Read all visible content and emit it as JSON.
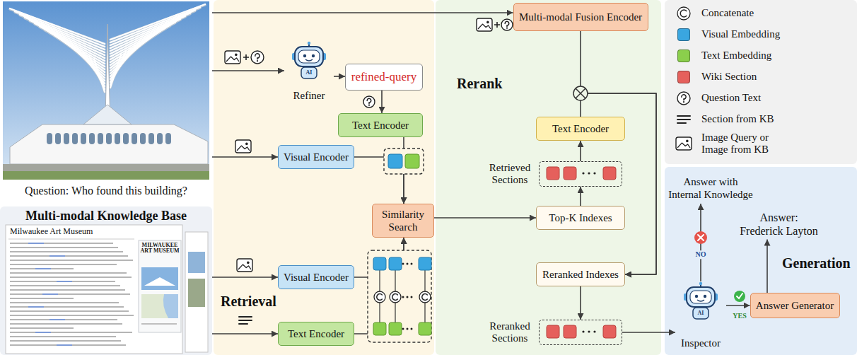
{
  "diagram": {
    "nodes": [
      {
        "text": [
          "Question: Who found this building?"
        ]
      },
      {
        "text": [
          "Multi-modal Knowledge Base"
        ]
      },
      {
        "text": [
          "Retrieval"
        ]
      },
      {
        "text": [
          "Refiner"
        ],
        "in": 2
      },
      {
        "text": [
          "refined-query"
        ],
        "in": 2
      },
      {
        "text": [
          "Text Encoder"
        ],
        "in": 2
      },
      {
        "text": [
          "Visual Encoder"
        ],
        "in": 2
      },
      {
        "text": [
          "Similarity Search"
        ],
        "in": 2
      },
      {
        "text": [
          "Visual Encoder"
        ],
        "in": 2
      },
      {
        "text": [
          "Text Encoder"
        ],
        "in": 2
      },
      {
        "text": [
          "Rerank"
        ]
      },
      {
        "text": [
          "Multi-modal Fusion Encoder"
        ],
        "in": 10
      },
      {
        "text": [
          "Text Encoder"
        ],
        "in": 10
      },
      {
        "text": [
          "Retrieved Sections"
        ],
        "in": 10
      },
      {
        "text": [
          "Top-K Indexes"
        ],
        "in": 10
      },
      {
        "text": [
          "Reranked Indexes"
        ],
        "in": 10
      },
      {
        "text": [
          "Reranked Sections"
        ],
        "in": 10
      },
      {
        "text": [
          "Generation"
        ]
      },
      {
        "text": [
          "Answer with Internal Knowledge"
        ],
        "in": 17
      },
      {
        "text": [
          "Answer: Frederick Layton"
        ],
        "in": 17
      },
      {
        "text": [
          "Inspector"
        ],
        "in": 17
      },
      {
        "text": [
          "Answer Generator"
        ],
        "in": 17
      }
    ],
    "edges": [
      {
        "from": 0,
        "to": 3,
        "arrow": "to"
      },
      {
        "from": 0,
        "to": 11,
        "arrow": "to"
      },
      {
        "from": 0,
        "to": 6,
        "arrow": "to"
      },
      {
        "from": 3,
        "to": 4,
        "arrow": "to"
      },
      {
        "from": 4,
        "to": 5,
        "arrow": "to"
      },
      {
        "from": 5,
        "to": 7,
        "arrow": "to"
      },
      {
        "from": 6,
        "to": 7,
        "arrow": "to"
      },
      {
        "from": 1,
        "to": 8,
        "arrow": "to"
      },
      {
        "from": 1,
        "to": 9,
        "arrow": "to"
      },
      {
        "from": 8,
        "to": 7,
        "arrow": "to"
      },
      {
        "from": 9,
        "to": 7,
        "arrow": "to"
      },
      {
        "from": 7,
        "to": 14,
        "arrow": "to"
      },
      {
        "from": 14,
        "to": 13,
        "arrow": "to"
      },
      {
        "from": 13,
        "to": 12,
        "arrow": "to"
      },
      {
        "from": 11,
        "to": 15,
        "arrow": "to"
      },
      {
        "from": 12,
        "to": 15,
        "arrow": "to"
      },
      {
        "from": 15,
        "to": 16,
        "arrow": "to"
      },
      {
        "from": 16,
        "to": 20,
        "arrow": "to"
      },
      {
        "from": 20,
        "to": 18,
        "arrow": "to",
        "label": "NO"
      },
      {
        "from": 20,
        "to": 21,
        "arrow": "to",
        "label": "YES"
      },
      {
        "from": 21,
        "to": 19,
        "arrow": "to"
      }
    ],
    "labels": [
      "Milwaukee Art Museum",
      "MILWAUKEE ART MUSEUM",
      "AI",
      "AI"
    ],
    "legend": [
      {
        "text": "Concatenate"
      },
      {
        "text": "Visual Embedding",
        "color": "#3aa6e0"
      },
      {
        "text": "Text Embedding",
        "color": "#8bcf4c"
      },
      {
        "text": "Wiki Section",
        "color": "#e5605c"
      },
      {
        "text": "Question Text"
      },
      {
        "text": "Section from KB"
      },
      {
        "text": "Image Query or Image from KB"
      }
    ]
  }
}
